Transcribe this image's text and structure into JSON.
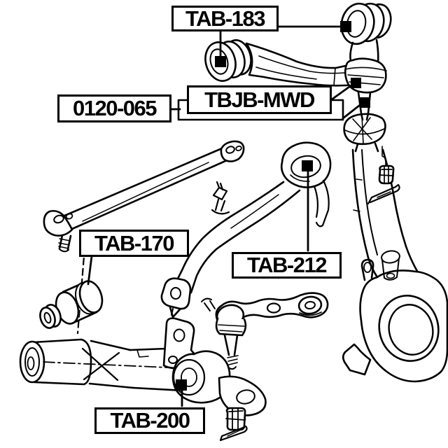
{
  "diagram": {
    "type": "parts-callout-diagram",
    "background_color": "#ffffff",
    "line_color": "#000000",
    "callouts": {
      "tab183": {
        "label": "TAB-183"
      },
      "code0120": {
        "label": "0120-065"
      },
      "tbjb": {
        "label": "TBJB-MWD"
      },
      "tab170": {
        "label": "TAB-170"
      },
      "tab212": {
        "label": "TAB-212"
      },
      "tab200": {
        "label": "TAB-200"
      }
    }
  }
}
